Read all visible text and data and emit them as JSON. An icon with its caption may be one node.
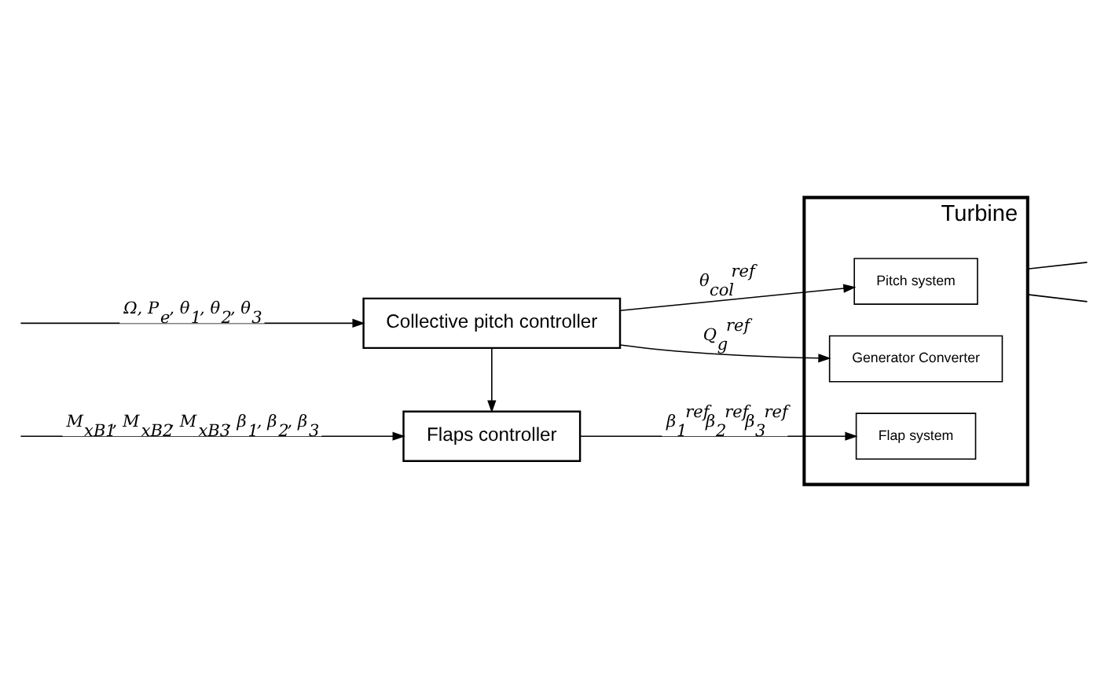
{
  "diagram": {
    "nodes": [
      {
        "text": [
          "Collective pitch controller"
        ]
      },
      {
        "text": [
          "Turbine"
        ]
      },
      {
        "text": [
          "Generator Converter"
        ],
        "in": 1
      },
      {
        "text": [
          "Pitch system"
        ],
        "in": 1
      },
      {
        "text": [
          "Flap system"
        ],
        "in": 1
      },
      {
        "text": [
          "Flaps controller"
        ]
      }
    ],
    "edges": [
      {
        "from": null,
        "to": 0,
        "arrow": "to",
        "label": "Ω, P$_{e}$, θ$_{1}$, θ$_{2}$, θ$_{3}$"
      },
      {
        "from": 0,
        "to": 2,
        "arrow": "to",
        "label": "Q$_{g}$$^{ref}$"
      },
      {
        "from": 0,
        "to": 3,
        "arrow": "to",
        "label": "θ$_{col}$$^{ref}$"
      },
      {
        "from": 0,
        "to": 5,
        "arrow": "to"
      },
      {
        "from": 1,
        "to": null,
        "arrow": "none"
      },
      {
        "from": 1,
        "to": null,
        "arrow": "none"
      },
      {
        "from": 5,
        "to": 4,
        "arrow": "to",
        "label": "β$_{1}$$^{ref}$β$_{2}$$^{ref}$β$_{3}$$^{ref}$"
      },
      {
        "from": null,
        "to": 5,
        "arrow": "to",
        "label": "M$_{xB1}$, M$_{xB2}$, M$_{xB3}$, β$_{1}$, β$_{2}$, β$_{3}$"
      }
    ]
  }
}
